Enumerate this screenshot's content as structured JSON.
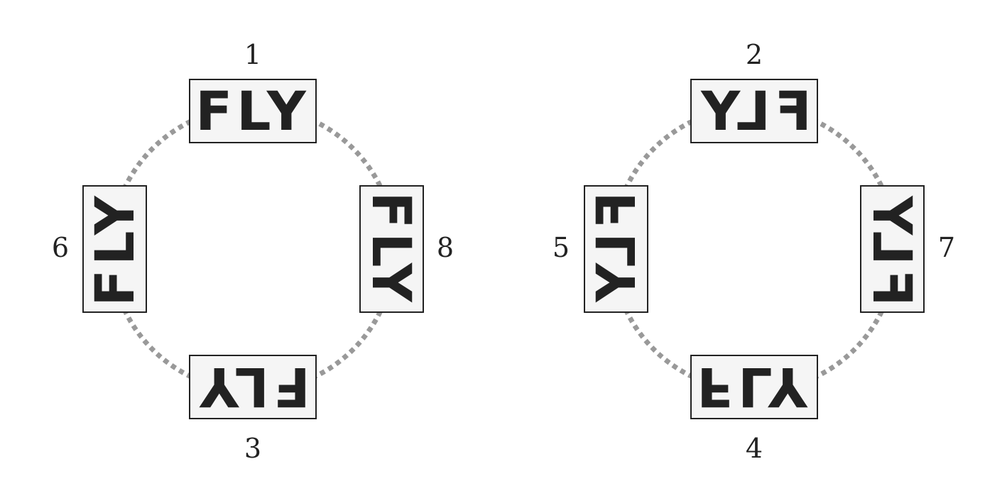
{
  "word": "FLY",
  "colors": {
    "text": "#222222",
    "ring": "#999999",
    "card_fill": "#f5f5f5"
  },
  "groups": [
    {
      "cards": [
        {
          "label": "1",
          "position": "top",
          "orientation": "upright"
        },
        {
          "label": "8",
          "position": "right",
          "orientation": "rotated 90° clockwise"
        },
        {
          "label": "3",
          "position": "bottom",
          "orientation": "rotated 180°"
        },
        {
          "label": "6",
          "position": "left",
          "orientation": "rotated 90° counter-clockwise"
        }
      ]
    },
    {
      "cards": [
        {
          "label": "2",
          "position": "top",
          "orientation": "mirrored horizontally"
        },
        {
          "label": "7",
          "position": "right",
          "orientation": "mirrored, rotated"
        },
        {
          "label": "4",
          "position": "bottom",
          "orientation": "mirrored vertically"
        },
        {
          "label": "5",
          "position": "left",
          "orientation": "mirrored, rotated"
        }
      ]
    }
  ]
}
